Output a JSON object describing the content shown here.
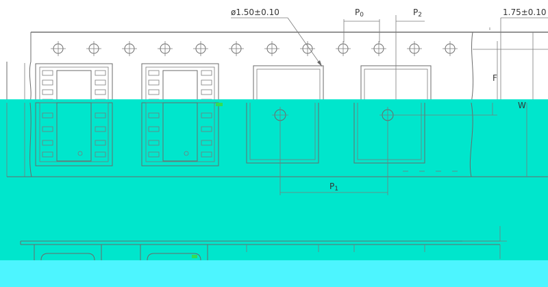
{
  "drawing": {
    "dimensions": {
      "hole_diameter": "ø1.50±0.10",
      "p0": {
        "main": "P",
        "sub": "0"
      },
      "p2": {
        "main": "P",
        "sub": "2"
      },
      "edge_offset": "1.75±0.10",
      "f": "F",
      "w": "W",
      "p1": {
        "main": "P",
        "sub": "1"
      }
    },
    "colors": {
      "line": "#6a6a6a",
      "overlay_main": "#00e6cc",
      "overlay_bottom": "#4df5ff",
      "marker": "#33dd55"
    },
    "sprocket_hole_count": 12,
    "ic_pocket_count": 2,
    "empty_pocket_count": 2
  }
}
